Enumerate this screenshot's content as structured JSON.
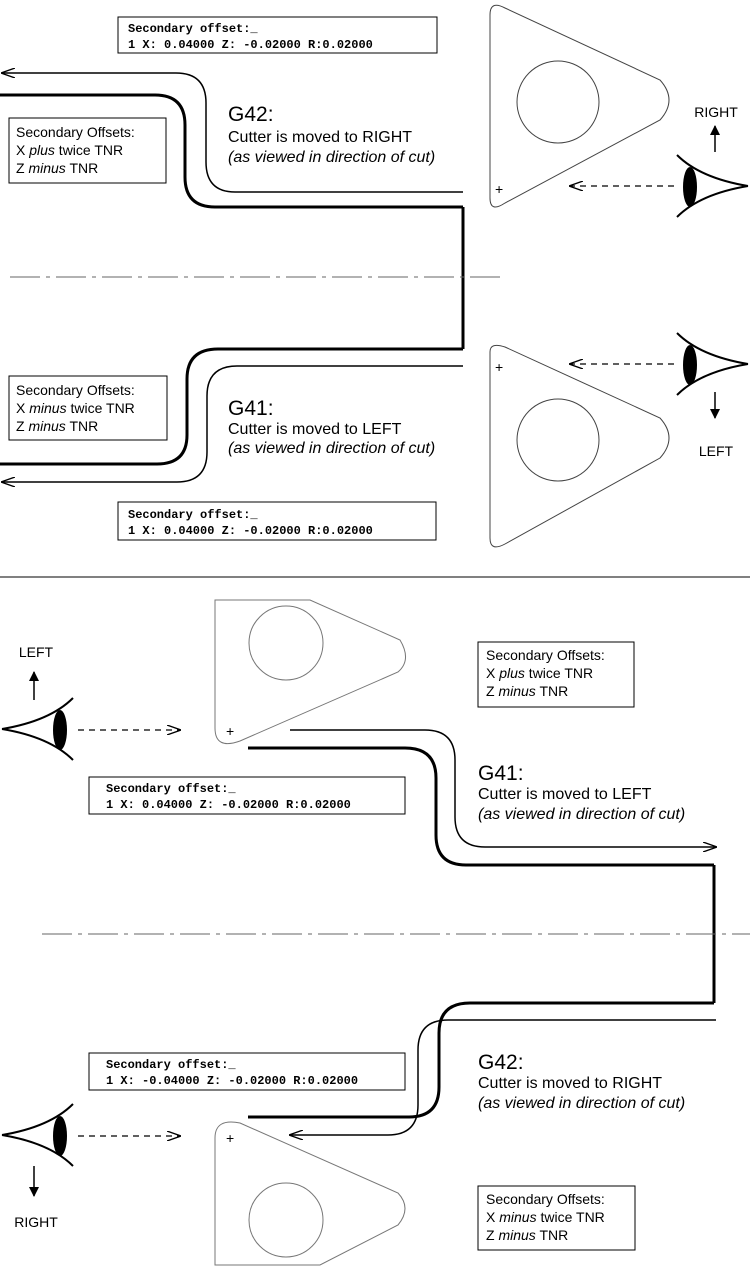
{
  "top": {
    "g42": {
      "code": "G42:",
      "desc": "Cutter is moved to RIGHT",
      "note": "(as viewed in direction of cut)",
      "direction_label": "RIGHT",
      "offsets": {
        "heading": "Secondary Offsets:",
        "line1_pre": "X ",
        "line1_em": "plus",
        "line1_post": " twice TNR",
        "line2_pre": "Z ",
        "line2_em": "minus",
        "line2_post": " TNR"
      },
      "screen": {
        "line1": "Secondary offset:_",
        "line2": "1 X: 0.04000  Z: -0.02000 R:0.02000"
      }
    },
    "g41": {
      "code": "G41:",
      "desc": "Cutter is moved to LEFT",
      "note": "(as viewed in direction of cut)",
      "direction_label": "LEFT",
      "offsets": {
        "heading": "Secondary Offsets:",
        "line1_pre": "X ",
        "line1_em": "minus",
        "line1_post": " twice TNR",
        "line2_pre": "Z ",
        "line2_em": "minus",
        "line2_post": " TNR"
      },
      "screen": {
        "line1": "Secondary offset:_",
        "line2": "1 X: 0.04000  Z: -0.02000 R:0.02000"
      }
    }
  },
  "bottom": {
    "g41": {
      "code": "G41:",
      "desc": "Cutter is moved to LEFT",
      "note": "(as viewed in direction of cut)",
      "direction_label": "LEFT",
      "offsets": {
        "heading": "Secondary Offsets:",
        "line1_pre": "X ",
        "line1_em": "plus",
        "line1_post": " twice TNR",
        "line2_pre": "Z ",
        "line2_em": "minus",
        "line2_post": " TNR"
      },
      "screen": {
        "line1": "Secondary offset:_",
        "line2": "1 X: 0.04000  Z: -0.02000 R:0.02000"
      }
    },
    "g42": {
      "code": "G42:",
      "desc": "Cutter is moved to RIGHT",
      "note": "(as viewed in direction of cut)",
      "direction_label": "RIGHT",
      "offsets": {
        "heading": "Secondary Offsets:",
        "line1_pre": "X ",
        "line1_em": "minus",
        "line1_post": " twice TNR",
        "line2_pre": "Z ",
        "line2_em": "minus",
        "line2_post": " TNR"
      },
      "screen": {
        "line1": "Secondary offset:_",
        "line2": "1 X: -0.04000  Z: -0.02000 R:0.02000"
      }
    }
  }
}
